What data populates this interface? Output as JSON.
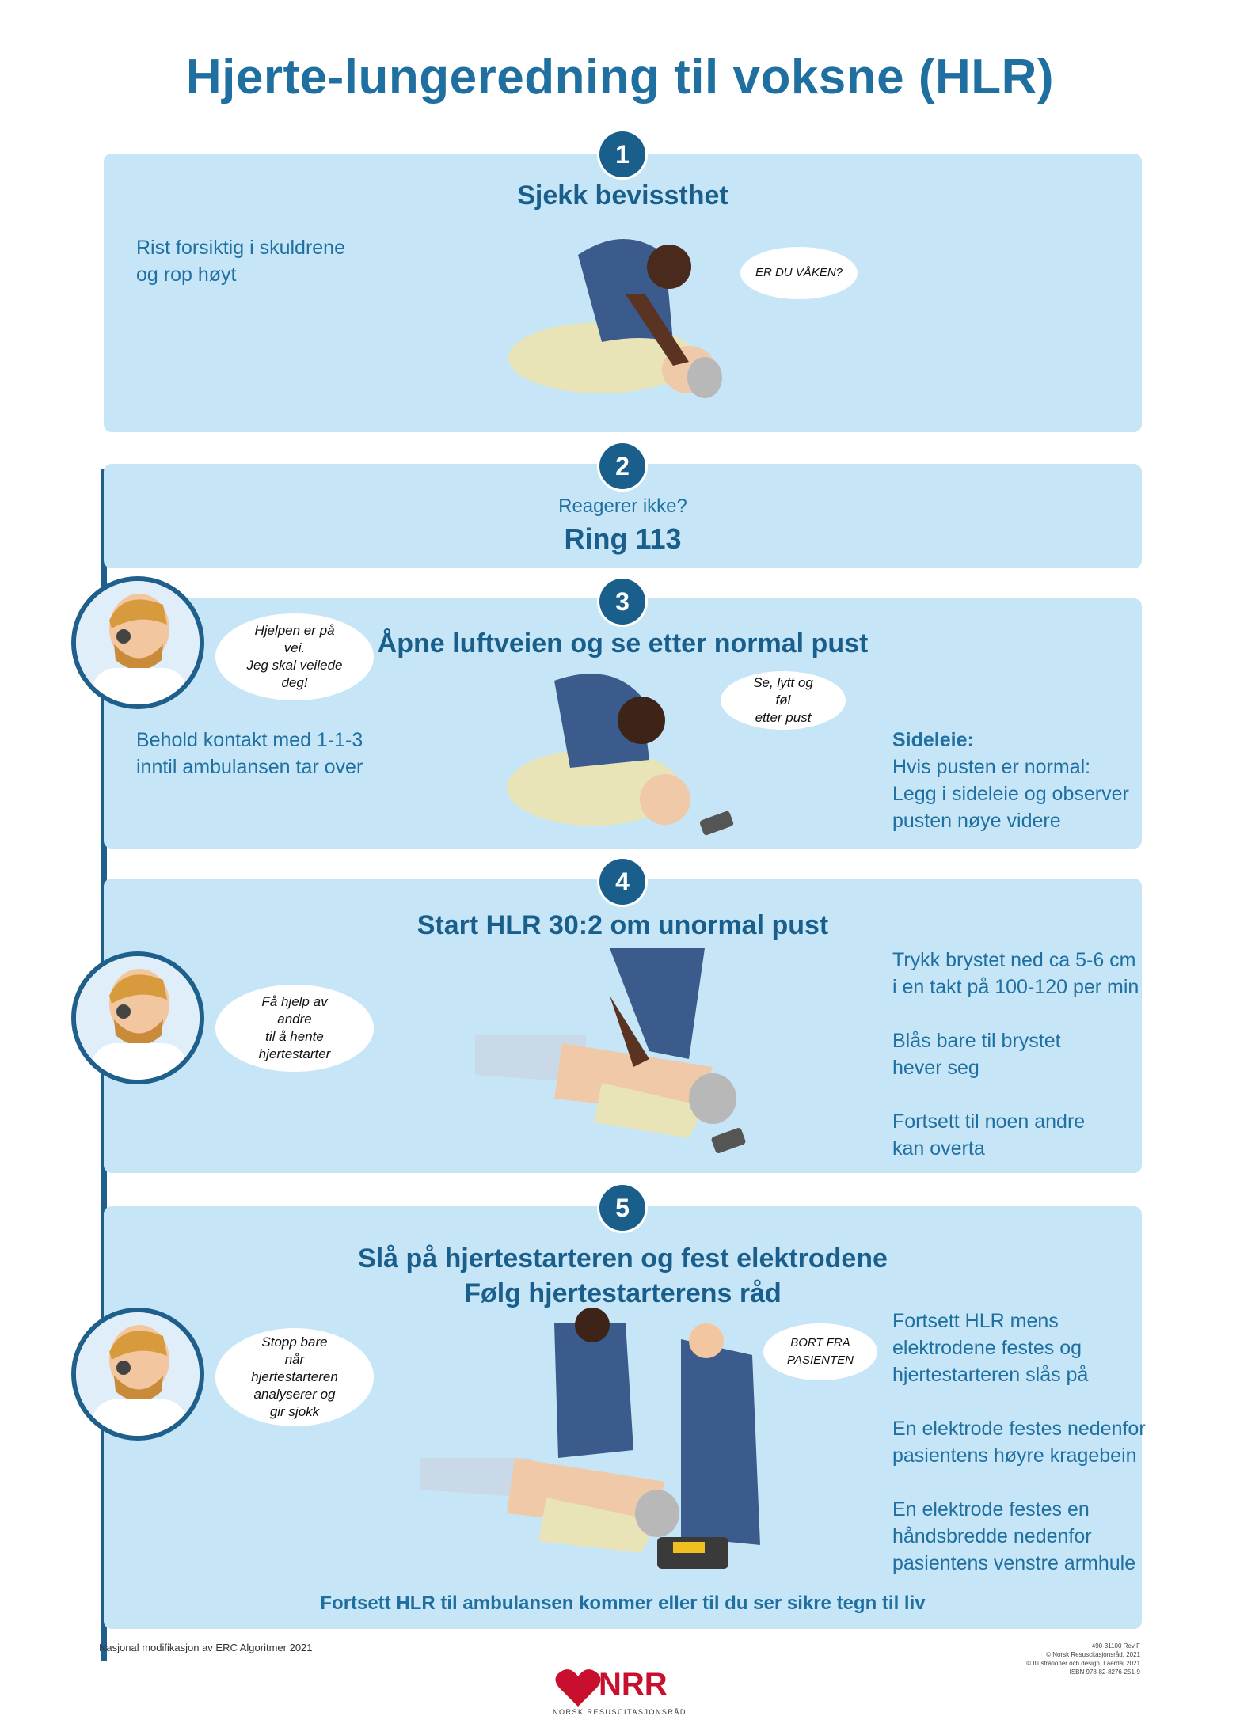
{
  "title": "Hjerte-lungeredning til voksne (HLR)",
  "steps": [
    {
      "num": "1",
      "heading": "Sjekk bevissthet",
      "left_text": [
        "Rist forsiktig i skuldrene",
        "og rop høyt"
      ],
      "bubble": "ER DU VÅKEN?"
    },
    {
      "num": "2",
      "pre": "Reagerer ikke?",
      "heading": "Ring 113"
    },
    {
      "num": "3",
      "heading": "Åpne luftveien og se etter normal pust",
      "dispatcher_bubble": [
        "Hjelpen er på vei.",
        "Jeg skal veilede",
        "deg!"
      ],
      "left_text": [
        "Behold kontakt med 1-1-3",
        "inntil ambulansen tar over"
      ],
      "bubble": [
        "Se, lytt og føl",
        "etter pust"
      ],
      "right_title": "Sideleie:",
      "right_text": [
        "Hvis pusten er normal:",
        "Legg i sideleie og observer",
        "pusten nøye videre"
      ]
    },
    {
      "num": "4",
      "heading": "Start HLR 30:2 om unormal pust",
      "dispatcher_bubble": [
        "Få hjelp av andre",
        "til å hente",
        "hjertestarter"
      ],
      "right_text": [
        "Trykk brystet ned ca 5-6 cm",
        "i en takt på 100-120 per min",
        "",
        "Blås bare til brystet",
        "hever seg",
        "",
        "Fortsett til noen andre",
        "kan overta"
      ]
    },
    {
      "num": "5",
      "heading": [
        "Slå på hjertestarteren og fest elektrodene",
        "Følg hjertestarterens råd"
      ],
      "dispatcher_bubble": [
        "Stopp bare",
        "når hjertestarteren",
        "analyserer og",
        "gir sjokk"
      ],
      "bubble": [
        "BORT FRA",
        "PASIENTEN"
      ],
      "right_text": [
        "Fortsett HLR mens",
        "elektrodene festes og",
        "hjertestarteren slås på",
        "",
        "En elektrode festes nedenfor",
        "pasientens høyre kragebein",
        "",
        "En elektrode festes en",
        "håndsbredde nedenfor",
        "pasientens venstre armhule"
      ],
      "footer": "Fortsett HLR til ambulansen kommer eller til du ser sikre tegn til liv"
    }
  ],
  "footer": {
    "left": "Nasjonal modifikasjon av ERC Algoritmer 2021",
    "right": [
      "490-31100 Rev F",
      "© Norsk Resuscitasjonsråd, 2021",
      "© Illustrationer och design, Laerdal 2021",
      "ISBN 978-82-8276-251-9"
    ],
    "logo_text": "NRR",
    "logo_sub": "NORSK RESUSCITASJONSRÅD"
  },
  "colors": {
    "panel": "#c6e6f7",
    "accent": "#1a5f8b",
    "title": "#1f6fa0",
    "logo_red": "#c8102e"
  },
  "icons": [
    "heart-logo-icon",
    "headset-dispatcher-icon"
  ]
}
